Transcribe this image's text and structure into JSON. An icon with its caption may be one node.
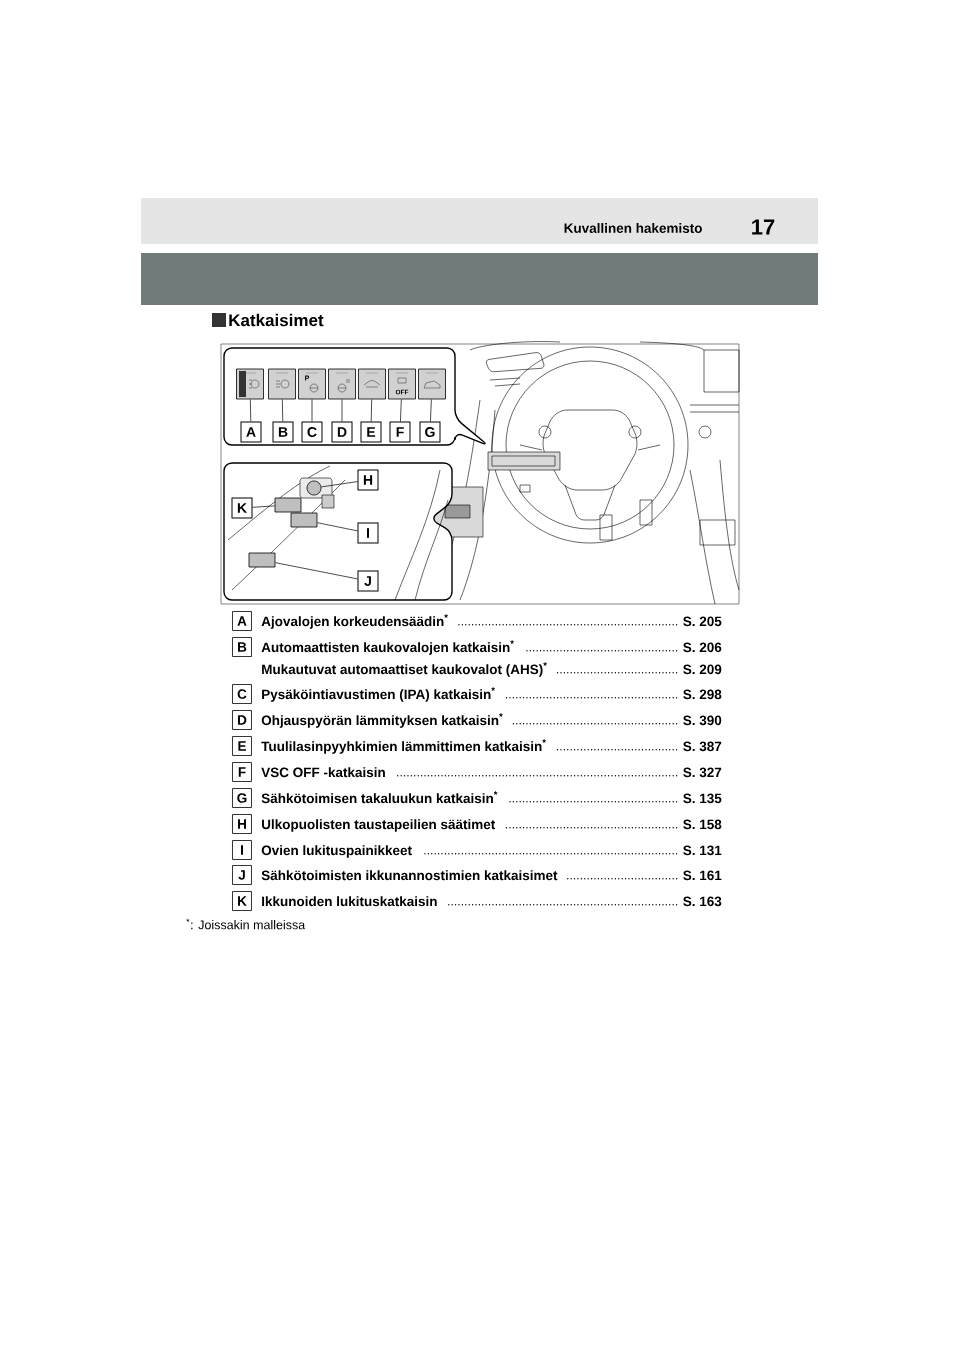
{
  "diagram": {
    "title": "Katkaisimet",
    "nodes": [
      {
        "text": [
          "A"
        ]
      },
      {
        "text": [
          "B"
        ]
      },
      {
        "text": [
          "C"
        ]
      },
      {
        "text": [
          "D"
        ]
      },
      {
        "text": [
          "E"
        ]
      },
      {
        "text": [
          "F"
        ]
      },
      {
        "text": [
          "G"
        ]
      },
      {
        "text": [],
        "shape": "box"
      },
      {
        "text": [],
        "shape": "box"
      },
      {
        "text": [],
        "shape": "box"
      },
      {
        "text": [],
        "shape": "box"
      },
      {
        "text": [],
        "shape": "box"
      },
      {
        "text": [],
        "shape": "box"
      },
      {
        "text": [],
        "shape": "box"
      },
      {
        "text": [
          "H"
        ]
      },
      {
        "text": [
          "K"
        ]
      },
      {
        "text": [
          "I"
        ]
      },
      {
        "text": [
          "J"
        ]
      },
      {
        "text": [],
        "shape": "circle"
      },
      {
        "text": [],
        "shape": "box"
      },
      {
        "text": [],
        "shape": "box"
      },
      {
        "text": [],
        "shape": "box"
      },
      {
        "text": [
          "A"
        ],
        "beside": [
          "Ajovalojen korkeudensäädin$^{*}$"
        ]
      },
      {
        "text": [
          "B"
        ],
        "beside": [
          "Automaattisten kaukovalojen katkaisin$^{*}$",
          "Mukautuvat automaattiset kaukovalot (AHS)$^{*}$"
        ]
      },
      {
        "text": [
          "C"
        ],
        "beside": [
          "Pysäköintiavustimen (IPA) katkaisin$^{*}$"
        ]
      },
      {
        "text": [
          "D"
        ],
        "beside": [
          "Ohjauspyörän lämmityksen katkaisin$^{*}$"
        ]
      },
      {
        "text": [
          "E"
        ],
        "beside": [
          "Tuulilasinpyyhkimien lämmittimen katkaisin$^{*}$"
        ]
      },
      {
        "text": [
          "F"
        ],
        "beside": [
          "VSC OFF -katkaisin"
        ]
      },
      {
        "text": [
          "G"
        ],
        "beside": [
          "Sähkötoimisen takaluukun katkaisin$^{*}$"
        ]
      },
      {
        "text": [
          "H"
        ],
        "beside": [
          "Ulkopuolisten taustapeilien säätimet"
        ]
      },
      {
        "text": [
          "I"
        ],
        "beside": [
          "Ovien lukituspainikkeet"
        ]
      },
      {
        "text": [
          "J"
        ],
        "beside": [
          "Sähkötoimisten ikkunannostimien katkaisimet"
        ]
      },
      {
        "text": [
          "K"
        ],
        "beside": [
          "Ikkunoiden lukituskatkaisin"
        ]
      }
    ],
    "edges": [
      {
        "from": 0,
        "to": 7,
        "arrow": "none"
      },
      {
        "from": 1,
        "to": 8,
        "arrow": "none"
      },
      {
        "from": 2,
        "to": 9,
        "arrow": "none"
      },
      {
        "from": 3,
        "to": 10,
        "arrow": "none"
      },
      {
        "from": 4,
        "to": 11,
        "arrow": "none"
      },
      {
        "from": 5,
        "to": 12,
        "arrow": "none"
      },
      {
        "from": 6,
        "to": 13,
        "arrow": "none"
      },
      {
        "from": 14,
        "to": 18,
        "arrow": "none"
      },
      {
        "from": 15,
        "to": 19,
        "arrow": "none"
      },
      {
        "from": 16,
        "to": 20,
        "arrow": "none"
      },
      {
        "from": 17,
        "to": 21,
        "arrow": "none"
      }
    ],
    "labels": [
      "17",
      "Kuvallinen hakemisto",
      "P",
      "OFF",
      "S. 205",
      "S. 206",
      "S. 209",
      "S. 298",
      "S. 390",
      "S. 387",
      "S. 327",
      "S. 135",
      "S. 158",
      "S. 131",
      "S. 161",
      "S. 163",
      "$^{*}$: Joissakin malleissa"
    ]
  }
}
